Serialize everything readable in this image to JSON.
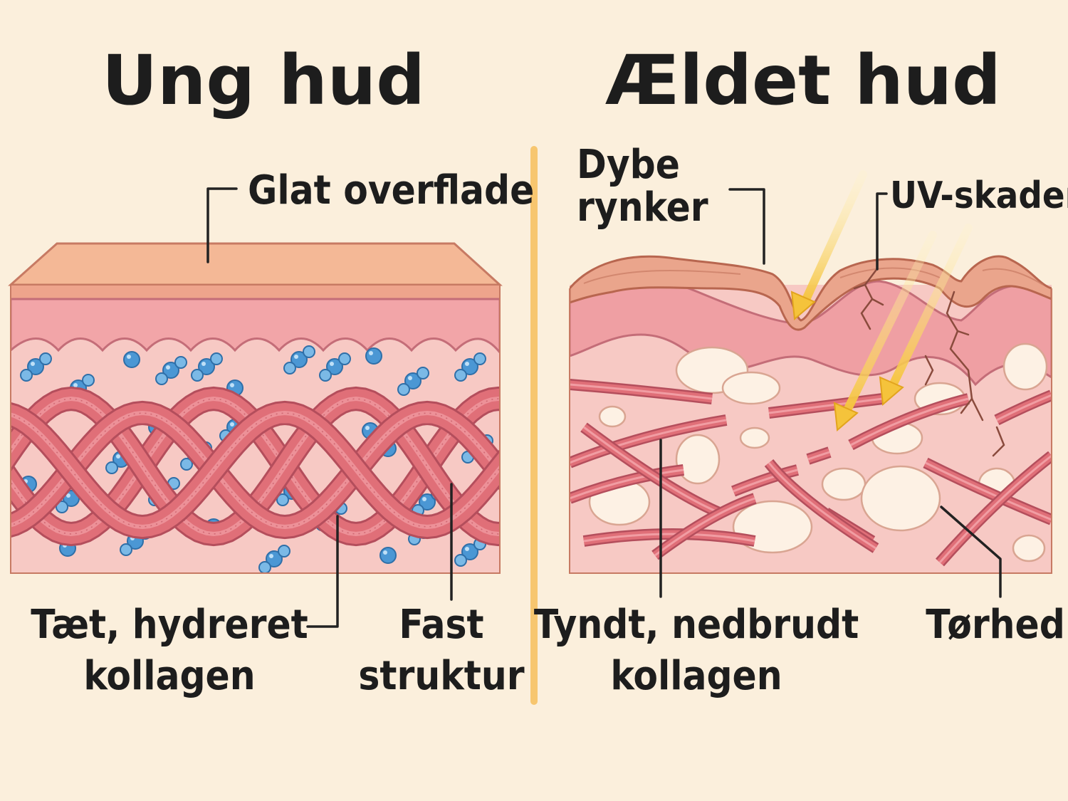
{
  "titles": {
    "young": "Ung hud",
    "aged": "Ældet hud"
  },
  "labels": {
    "smooth_surface": "Glat overflade",
    "dense_collagen_1": "Tæt, hydreret",
    "dense_collagen_2": "kollagen",
    "firm_structure_1": "Fast",
    "firm_structure_2": "struktur",
    "deep_wrinkles_1": "Dybe",
    "deep_wrinkles_2": "rynker",
    "uv_damage": "UV-skader",
    "thin_collagen_1": "Tyndt, nedbrudt",
    "thin_collagen_2": "kollagen",
    "dryness": "Tørhed"
  },
  "colors": {
    "background": "#fbefdc",
    "epidermis": "#f4b896",
    "dermis": "#f2a5a8",
    "tissue": "#f7c9c4",
    "collagen": "#e06f78",
    "water_molecule": "#4b97d4",
    "uv_ray": "#f5c33b",
    "divider": "#f7c66f"
  }
}
